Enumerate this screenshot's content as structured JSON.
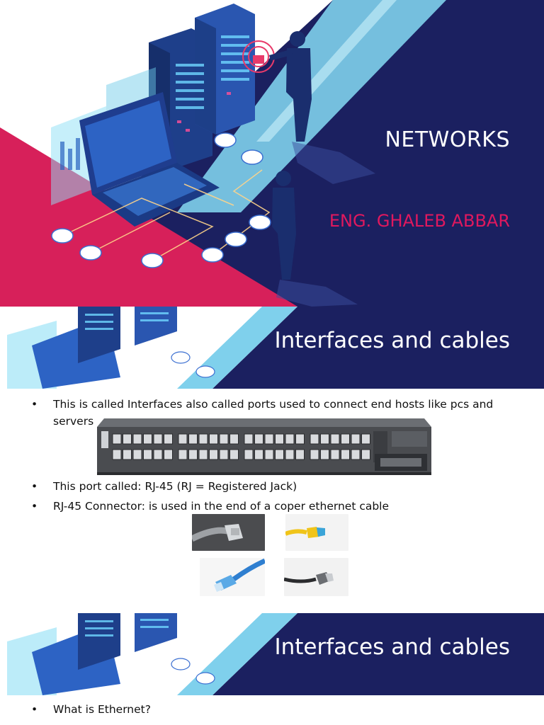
{
  "slide1": {
    "title": "NETWORKS",
    "subtitle": "ENG. GHALEB ABBAR",
    "colors": {
      "navy": "#1b2060",
      "magenta": "#d7205a",
      "cyan": "#7fd0ec",
      "subtitle": "#e0185e"
    }
  },
  "slide2": {
    "header_title": "Interfaces and cables",
    "bullets": [
      "This is called Interfaces also called ports used to connect end hosts like pcs and servers",
      "This port called: RJ-45 (RJ = Registered Jack)",
      "RJ-45 Connector: is used in the end of a coper ethernet cable"
    ]
  },
  "slide3": {
    "header_title": "Interfaces and cables",
    "bullets": [
      "What is Ethernet?"
    ]
  }
}
